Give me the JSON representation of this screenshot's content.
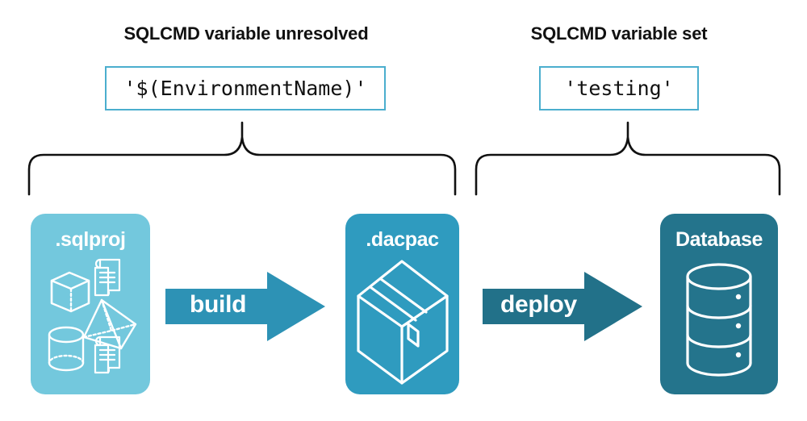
{
  "diagram": {
    "title_hidden": "",
    "groups": [
      {
        "heading": "SQLCMD variable unresolved",
        "value": "'$(EnvironmentName)'"
      },
      {
        "heading": "SQLCMD variable set",
        "value": "'testing'"
      }
    ],
    "artifacts": [
      {
        "label": ".sqlproj",
        "color": "#73C8DD",
        "icons": [
          "cube-wireframe-icon",
          "pyramid-wireframe-icon",
          "cylinder-wireframe-icon",
          "scroll-icon",
          "scroll-icon"
        ]
      },
      {
        "label": ".dacpac",
        "color": "#2F9BBF",
        "icons": [
          "package-box-icon"
        ]
      },
      {
        "label": "Database",
        "color": "#24748C",
        "icons": [
          "database-cylinder-icon"
        ]
      }
    ],
    "arrows": [
      {
        "label": "build",
        "color": "#2D92B5"
      },
      {
        "label": "deploy",
        "color": "#227189"
      }
    ],
    "brace_color": "#111111",
    "code_box_border_color": "#4BAECE",
    "background": "#FFFFFF"
  }
}
